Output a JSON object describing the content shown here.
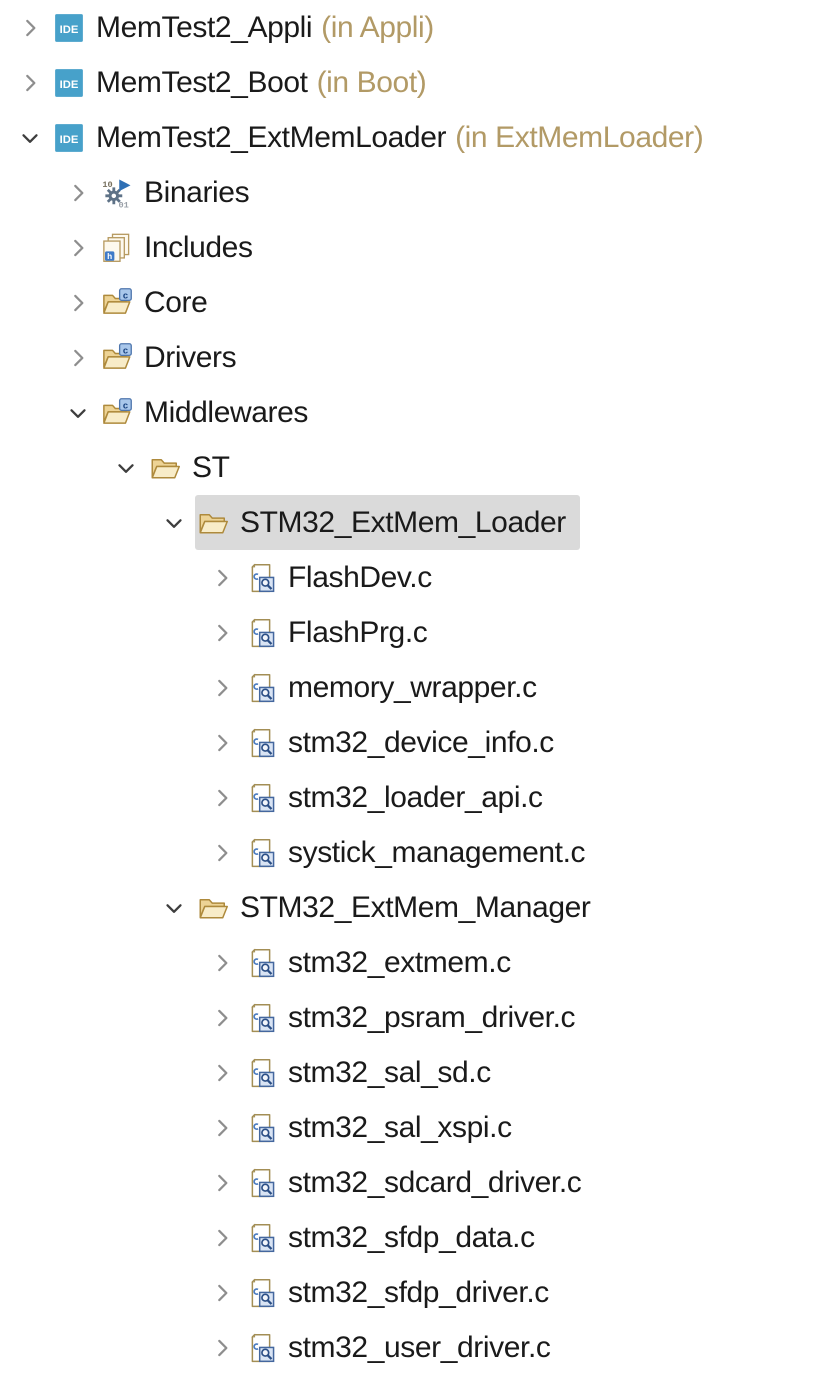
{
  "app": "Project Explorer Tree",
  "colors": {
    "background": "#FFFFFF",
    "label_text": "#1A1A1A",
    "decoration_text": "#B29A66",
    "selection_background": "#DADADA",
    "chevron_collapsed": "#8E8E8E",
    "chevron_expanded": "#3E3E3E",
    "project_icon_blue": "#47A1CA",
    "folder_gold": "#EDD395",
    "binaries_arrow_blue": "#2E6FB4",
    "c_badge_blue": "#A9C7EB"
  },
  "tree": {
    "rows": [
      {
        "label": "MemTest2_Appli",
        "decoration": "(in Appli)",
        "level": 0,
        "state": "collapsed",
        "icon": "ide-project",
        "selected": false
      },
      {
        "label": "MemTest2_Boot",
        "decoration": "(in Boot)",
        "level": 0,
        "state": "collapsed",
        "icon": "ide-project",
        "selected": false
      },
      {
        "label": "MemTest2_ExtMemLoader",
        "decoration": "(in ExtMemLoader)",
        "level": 0,
        "state": "expanded",
        "icon": "ide-project",
        "selected": false
      },
      {
        "label": "Binaries",
        "level": 1,
        "state": "collapsed",
        "icon": "binaries",
        "selected": false
      },
      {
        "label": "Includes",
        "level": 1,
        "state": "collapsed",
        "icon": "includes",
        "selected": false
      },
      {
        "label": "Core",
        "level": 1,
        "state": "collapsed",
        "icon": "folder-c",
        "selected": false
      },
      {
        "label": "Drivers",
        "level": 1,
        "state": "collapsed",
        "icon": "folder-c",
        "selected": false
      },
      {
        "label": "Middlewares",
        "level": 1,
        "state": "expanded",
        "icon": "folder-c",
        "selected": false
      },
      {
        "label": "ST",
        "level": 2,
        "state": "expanded",
        "icon": "folder-open",
        "selected": false
      },
      {
        "label": "STM32_ExtMem_Loader",
        "level": 3,
        "state": "expanded",
        "icon": "folder-open",
        "selected": true
      },
      {
        "label": "FlashDev.c",
        "level": 4,
        "state": "collapsed",
        "icon": "c-file",
        "selected": false
      },
      {
        "label": "FlashPrg.c",
        "level": 4,
        "state": "collapsed",
        "icon": "c-file",
        "selected": false
      },
      {
        "label": "memory_wrapper.c",
        "level": 4,
        "state": "collapsed",
        "icon": "c-file",
        "selected": false
      },
      {
        "label": "stm32_device_info.c",
        "level": 4,
        "state": "collapsed",
        "icon": "c-file",
        "selected": false
      },
      {
        "label": "stm32_loader_api.c",
        "level": 4,
        "state": "collapsed",
        "icon": "c-file",
        "selected": false
      },
      {
        "label": "systick_management.c",
        "level": 4,
        "state": "collapsed",
        "icon": "c-file",
        "selected": false
      },
      {
        "label": "STM32_ExtMem_Manager",
        "level": 3,
        "state": "expanded",
        "icon": "folder-open",
        "selected": false
      },
      {
        "label": "stm32_extmem.c",
        "level": 4,
        "state": "collapsed",
        "icon": "c-file",
        "selected": false
      },
      {
        "label": "stm32_psram_driver.c",
        "level": 4,
        "state": "collapsed",
        "icon": "c-file",
        "selected": false
      },
      {
        "label": "stm32_sal_sd.c",
        "level": 4,
        "state": "collapsed",
        "icon": "c-file",
        "selected": false
      },
      {
        "label": "stm32_sal_xspi.c",
        "level": 4,
        "state": "collapsed",
        "icon": "c-file",
        "selected": false
      },
      {
        "label": "stm32_sdcard_driver.c",
        "level": 4,
        "state": "collapsed",
        "icon": "c-file",
        "selected": false
      },
      {
        "label": "stm32_sfdp_data.c",
        "level": 4,
        "state": "collapsed",
        "icon": "c-file",
        "selected": false
      },
      {
        "label": "stm32_sfdp_driver.c",
        "level": 4,
        "state": "collapsed",
        "icon": "c-file",
        "selected": false
      },
      {
        "label": "stm32_user_driver.c",
        "level": 4,
        "state": "collapsed",
        "icon": "c-file",
        "selected": false
      }
    ]
  }
}
